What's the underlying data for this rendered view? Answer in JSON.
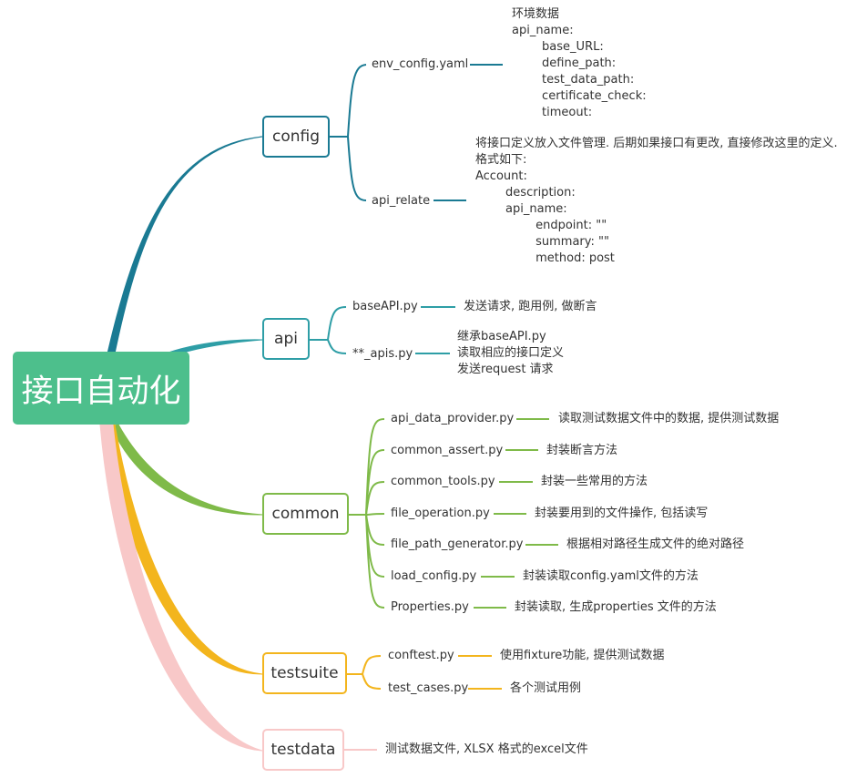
{
  "root": "接口自动化",
  "colors": {
    "root": "#4dbf8c",
    "config": "#1a7a93",
    "api": "#2e9ea6",
    "common": "#7fba49",
    "testsuite": "#f3b51d",
    "testdata": "#f8c8c8"
  },
  "branches": {
    "config": {
      "label": "config",
      "children": [
        {
          "label": "env_config.yaml",
          "note": "环境数据\napi_name:\n        base_URL:\n        define_path:\n        test_data_path:\n        certificate_check:\n        timeout:"
        },
        {
          "label": "api_relate",
          "note": "将接口定义放入文件管理. 后期如果接口有更改, 直接修改这里的定义.\n格式如下:\nAccount:\n        description:\n        api_name:\n                endpoint: \"\"\n                summary: \"\"\n                method: post"
        }
      ]
    },
    "api": {
      "label": "api",
      "children": [
        {
          "label": "baseAPI.py",
          "note": "发送请求, 跑用例, 做断言"
        },
        {
          "label": "**_apis.py",
          "note": "继承baseAPI.py\n读取相应的接口定义\n发送request 请求"
        }
      ]
    },
    "common": {
      "label": "common",
      "children": [
        {
          "label": "api_data_provider.py",
          "note": "读取测试数据文件中的数据, 提供测试数据"
        },
        {
          "label": "common_assert.py",
          "note": "封装断言方法"
        },
        {
          "label": "common_tools.py",
          "note": "封装一些常用的方法"
        },
        {
          "label": "file_operation.py",
          "note": "封装要用到的文件操作, 包括读写"
        },
        {
          "label": "file_path_generator.py",
          "note": "根据相对路径生成文件的绝对路径"
        },
        {
          "label": "load_config.py",
          "note": "封装读取config.yaml文件的方法"
        },
        {
          "label": "Properties.py",
          "note": "封装读取, 生成properties 文件的方法"
        }
      ]
    },
    "testsuite": {
      "label": "testsuite",
      "children": [
        {
          "label": "conftest.py",
          "note": "使用fixture功能, 提供测试数据"
        },
        {
          "label": "test_cases.py",
          "note": "各个测试用例"
        }
      ]
    },
    "testdata": {
      "label": "testdata",
      "note": "测试数据文件, XLSX 格式的excel文件"
    }
  }
}
